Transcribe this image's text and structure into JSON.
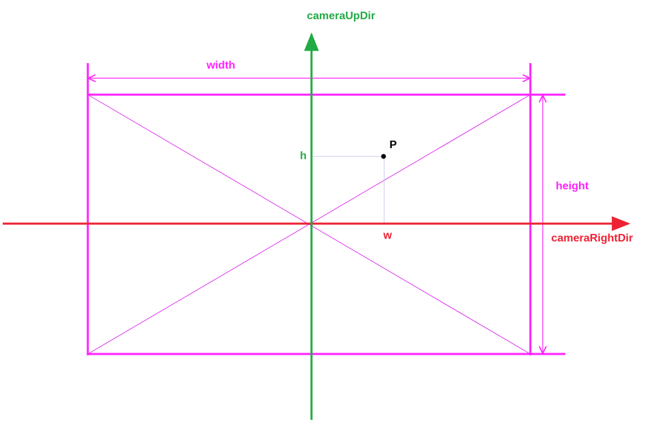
{
  "labels": {
    "up_axis": "cameraUpDir",
    "right_axis": "cameraRightDir",
    "width": "width",
    "height": "height",
    "point": "P",
    "h": "h",
    "w": "w"
  },
  "colors": {
    "rect": "#ff22ff",
    "diagonal": "#dd33ee",
    "up_axis": "#22aa44",
    "right_axis": "#ee2233",
    "guide": "#c8c8f0",
    "point": "#000000",
    "dim": "#ff22ff"
  }
}
